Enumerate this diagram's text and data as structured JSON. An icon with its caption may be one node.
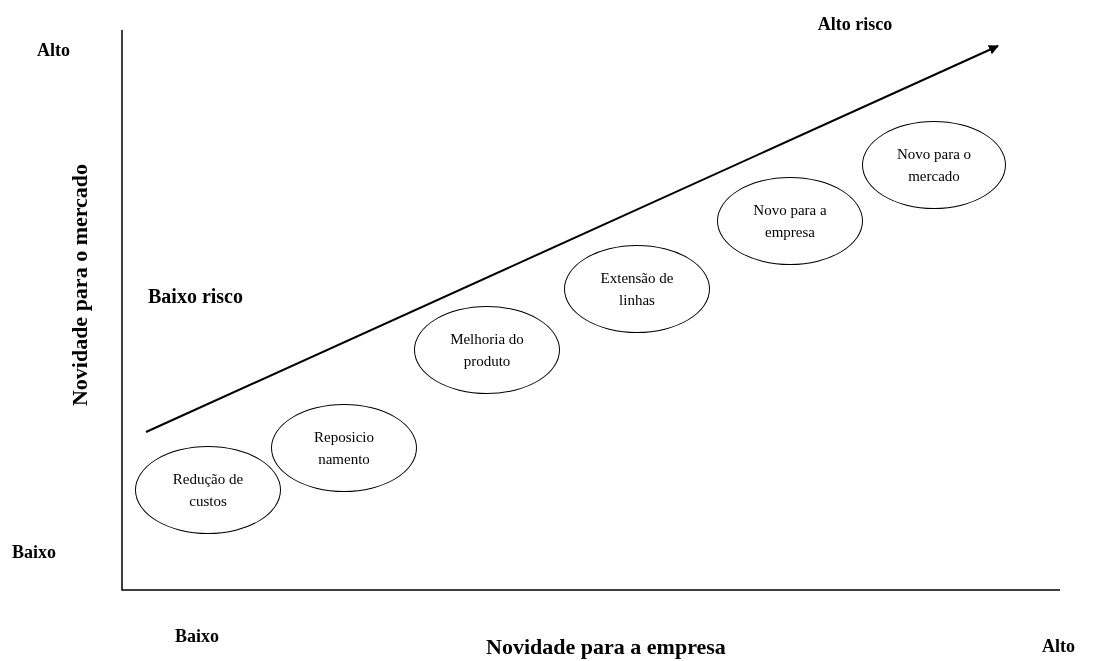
{
  "diagram": {
    "nodes": [
      {
        "text": [
          "Redução de custos"
        ]
      },
      {
        "text": [
          "Reposicio namento"
        ]
      },
      {
        "text": [
          "Melhoria do produto"
        ]
      },
      {
        "text": [
          "Extensão de linhas"
        ]
      },
      {
        "text": [
          "Novo para a empresa"
        ]
      },
      {
        "text": [
          "Novo para o mercado"
        ]
      }
    ],
    "edges": [],
    "labels": [
      "Alto risco",
      "Alto",
      "Baixo risco",
      "Novidade para o mercado",
      "Baixo",
      "Baixo",
      "Novidade para a empresa",
      "Alto"
    ]
  }
}
